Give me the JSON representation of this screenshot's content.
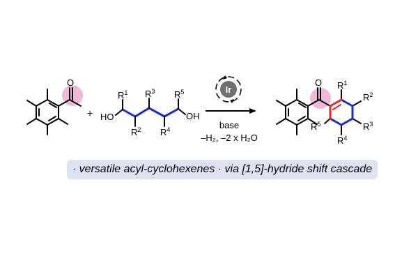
{
  "reagent_labels": {
    "ho_left": "HO",
    "oh_right": "OH",
    "r1": "R",
    "r1_sup": "1",
    "r2": "R",
    "r2_sup": "2",
    "r3": "R",
    "r3_sup": "3",
    "r4": "R",
    "r4_sup": "4",
    "r5": "R",
    "r5_sup": "5"
  },
  "plus_sign": "+",
  "carbonyl_oxygen": "O",
  "catalyst": "Ir",
  "conditions": {
    "base": "base",
    "byproducts": "–H₂, –2 x H₂O"
  },
  "product_labels": {
    "o": "O",
    "r1": "R",
    "r1_sup": "1",
    "r2": "R",
    "r2_sup": "2",
    "r3": "R",
    "r3_sup": "3",
    "r4": "R",
    "r4_sup": "4",
    "r5": "R",
    "r5_sup": "5"
  },
  "tagline": "· versatile acyl-cyclohexenes · via [1,5]-hydride shift cascade",
  "colors": {
    "highlight_pink": "#f2b8d8",
    "chain_blue": "#1a2bd6",
    "new_bond_red": "#e8282d",
    "tag_background": "#dde3f3",
    "catalyst_gray": "#6f6f6f"
  }
}
